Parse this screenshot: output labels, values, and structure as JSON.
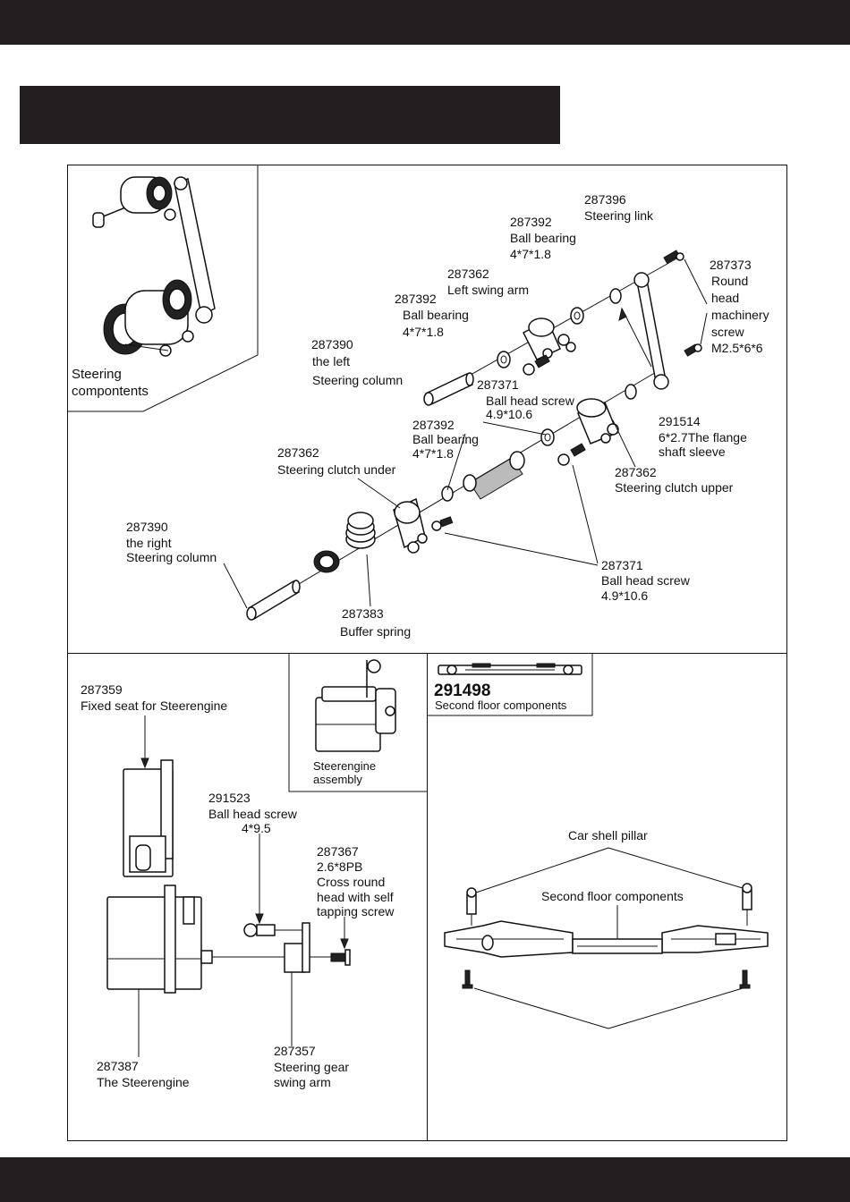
{
  "header": {
    "bar": "",
    "title_box": ""
  },
  "inset_top": {
    "caption_line1": "Steering",
    "caption_line2": "compontents"
  },
  "parts_top": {
    "p287396": {
      "num": "287396",
      "name": "Steering link"
    },
    "p287392_a": {
      "num": "287392",
      "name": "Ball bearing",
      "size": "4*7*1.8"
    },
    "p287373": {
      "num": "287373",
      "l1": "Round",
      "l2": "head",
      "l3": "machinery",
      "l4": "screw",
      "size": "M2.5*6*6"
    },
    "p287362_a": {
      "num": "287362",
      "name": "Left swing arm"
    },
    "p287392_b": {
      "num": "287392",
      "name": "Ball bearing",
      "size": "4*7*1.8"
    },
    "p287390_a": {
      "num": "287390",
      "l1": "the left",
      "l2": "Steering column"
    },
    "p287371_a": {
      "num": "287371",
      "name": "Ball head screw",
      "size": "4.9*10.6"
    },
    "p291514": {
      "num": "291514",
      "l1": "6*2.7The flange",
      "l2": "shaft sleeve"
    },
    "p287392_c": {
      "num": "287392",
      "name": "Ball bearing",
      "size": "4*7*1.8"
    },
    "p287362_b": {
      "num": "287362",
      "name": "Steering clutch under"
    },
    "p287362_c": {
      "num": "287362",
      "name": "Steering clutch upper"
    },
    "p287390_b": {
      "num": "287390",
      "l1": "the right",
      "l2": "Steering column"
    },
    "p287371_b": {
      "num": "287371",
      "name": "Ball head screw",
      "size": "4.9*10.6"
    },
    "p287383": {
      "num": "287383",
      "name": "Buffer spring"
    }
  },
  "servo_section": {
    "p287359": {
      "num": "287359",
      "name": "Fixed seat for Steerengine"
    },
    "inset_caption_l1": "Steerengine",
    "inset_caption_l2": "assembly",
    "p291523": {
      "num": "291523",
      "name": "Ball head screw",
      "size": "4*9.5"
    },
    "p287367": {
      "num": "287367",
      "size": "2.6*8PB",
      "l1": "Cross round",
      "l2": "head with self",
      "l3": "tapping screw"
    },
    "p287387": {
      "num": "287387",
      "name": "The Steerengine"
    },
    "p287357": {
      "num": "287357",
      "l1": "Steering gear",
      "l2": "swing arm"
    }
  },
  "floor_section": {
    "inset_num": "291498",
    "inset_caption": "Second floor components",
    "pillar_label": "Car shell pillar",
    "components_label": "Second floor components"
  }
}
